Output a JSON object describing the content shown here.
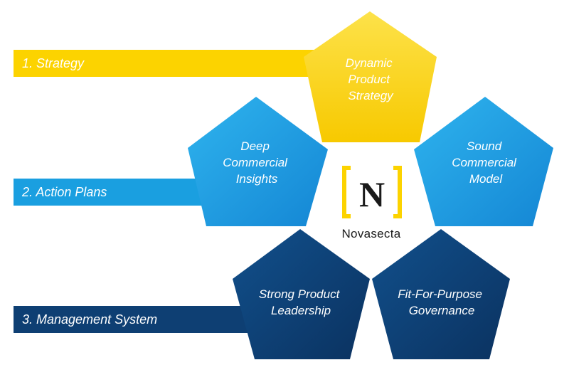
{
  "levels": [
    {
      "label": "1. Strategy",
      "color": "#fcd300"
    },
    {
      "label": "2. Action Plans",
      "color": "#1a9fe0"
    },
    {
      "label": "3. Management System",
      "color": "#0e3f73"
    }
  ],
  "pentagons": [
    {
      "lines": [
        "Dynamic",
        "Product",
        "Strategy"
      ],
      "color": "#fcd300"
    },
    {
      "lines": [
        "Deep",
        "Commercial",
        "Insights"
      ],
      "color": "#1a9fe0"
    },
    {
      "lines": [
        "Sound",
        "Commercial",
        "Model"
      ],
      "color": "#1a9fe0"
    },
    {
      "lines": [
        "Strong Product",
        "Leadership"
      ],
      "color": "#0e3f73"
    },
    {
      "lines": [
        "Fit-For-Purpose",
        "Governance"
      ],
      "color": "#0e3f73"
    }
  ],
  "logo": {
    "letter": "N",
    "name": "Novasecta",
    "bracket_color": "#fcd300"
  }
}
